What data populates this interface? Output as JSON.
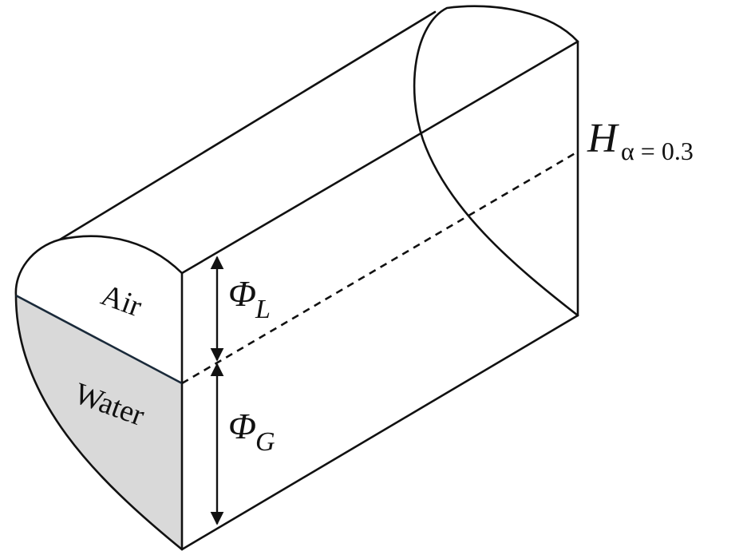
{
  "regions": {
    "air": {
      "label": "Air",
      "fill": "#ffffff"
    },
    "water": {
      "label": "Water",
      "fill": "#d9d9d9"
    }
  },
  "interface_line_color": "#1a2a3a",
  "dimensions": {
    "upper": {
      "symbol": "Φ",
      "subscript": "L"
    },
    "lower": {
      "symbol": "Φ",
      "subscript": "G"
    }
  },
  "annotation": {
    "symbol": "H",
    "subscript": "α = 0.3"
  }
}
